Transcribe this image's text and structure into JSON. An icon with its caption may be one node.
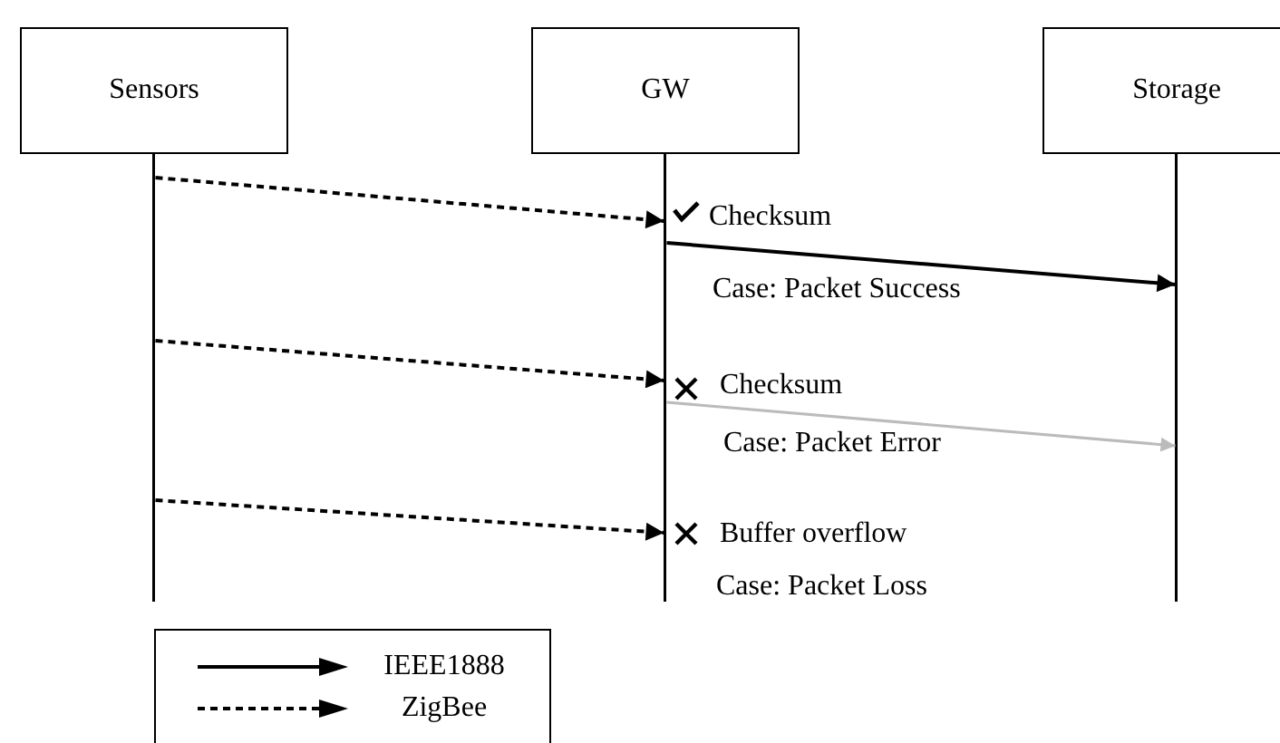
{
  "diagram": {
    "nodes": [
      {
        "text": [
          "Sensors"
        ]
      },
      {
        "text": [
          "GW"
        ]
      },
      {
        "text": [
          "Storage"
        ]
      }
    ],
    "edges": [
      {
        "from": 0,
        "to": 1,
        "arrow": "to",
        "style": "dashed"
      },
      {
        "from": 1,
        "to": 2,
        "arrow": "to"
      },
      {
        "from": 0,
        "to": 1,
        "arrow": "to",
        "style": "dashed"
      },
      {
        "from": 1,
        "to": 2,
        "arrow": "to",
        "color": "#bbbbbb"
      },
      {
        "from": 0,
        "to": 1,
        "arrow": "to",
        "style": "dashed"
      }
    ],
    "labels": [
      "Checksum",
      "Case: Packet Success",
      "Checksum",
      "Case: Packet Error",
      "Buffer overflow",
      "Case: Packet Loss"
    ],
    "legend": [
      {
        "text": "IEEE1888"
      },
      {
        "text": "ZigBee"
      }
    ]
  }
}
